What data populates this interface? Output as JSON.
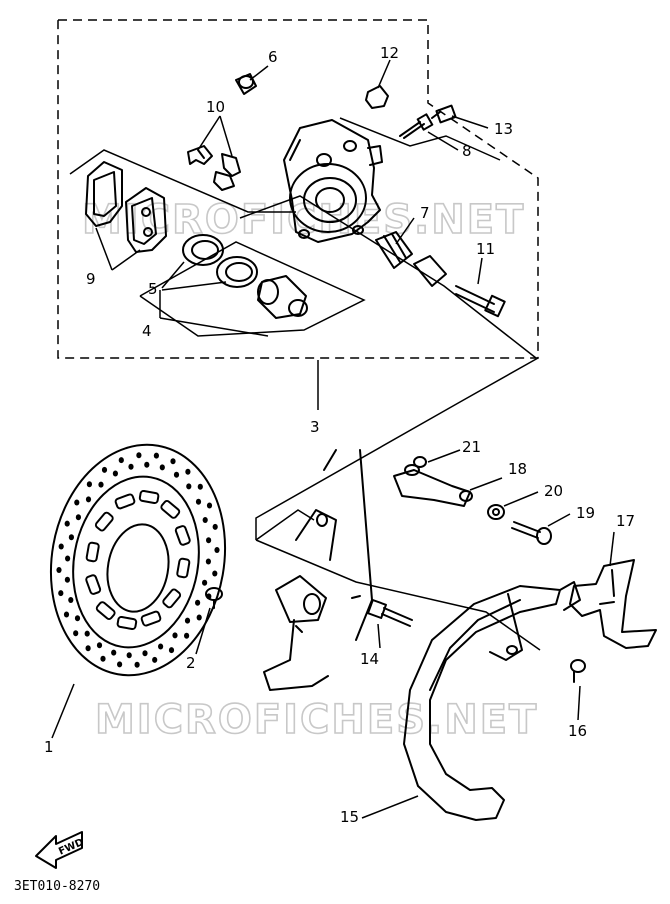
{
  "watermark": "MICROFICHES.NET",
  "diagram_code": "3ET010-8270",
  "fwd_label": "FWD",
  "callouts": {
    "c1": "1",
    "c2": "2",
    "c3": "3",
    "c4": "4",
    "c5": "5",
    "c6": "6",
    "c7": "7",
    "c8": "8",
    "c9": "9",
    "c10": "10",
    "c11": "11",
    "c12": "12",
    "c13": "13",
    "c14": "14",
    "c15": "15",
    "c16": "16",
    "c17": "17",
    "c18": "18",
    "c19": "19",
    "c20": "20",
    "c21": "21"
  },
  "colors": {
    "ink": "#000000",
    "watermark": "#c8c8c8",
    "background": "#ffffff"
  }
}
